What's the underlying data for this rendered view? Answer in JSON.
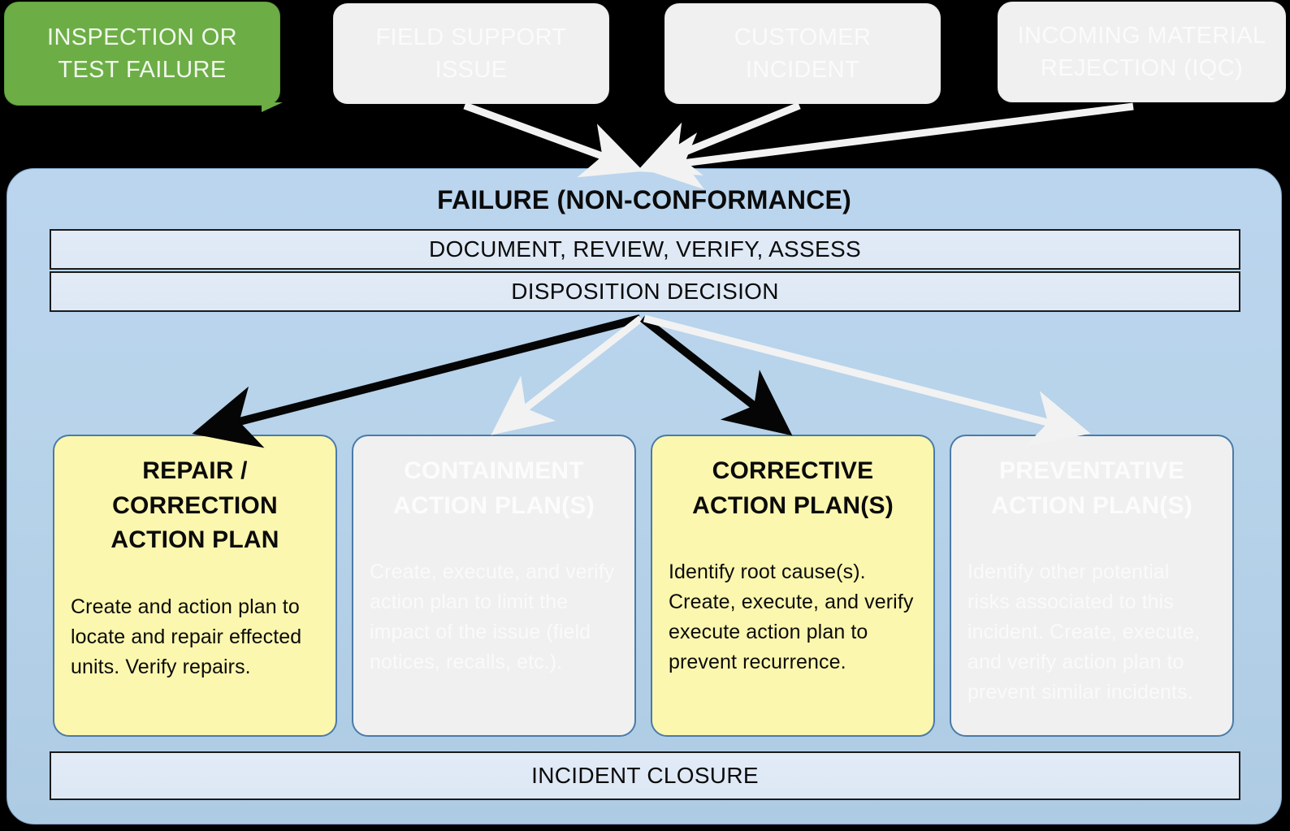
{
  "diagram": {
    "title": "FAILURE (NON-CONFORMANCE)",
    "sources": [
      {
        "id": "inspection-or-test-failure",
        "label": "INSPECTION OR TEST FAILURE",
        "style": "green",
        "highlight_color": "#6CAE45"
      },
      {
        "id": "field-support-issue",
        "label": "FIELD SUPPORT ISSUE",
        "style": "grey",
        "highlight_color": "#F0F0F0"
      },
      {
        "id": "customer-incident",
        "label": "CUSTOMER INCIDENT",
        "style": "grey",
        "highlight_color": "#F0F0F0"
      },
      {
        "id": "incoming-material-rejection",
        "label": "INCOMING MATERIAL REJECTION (IQC)",
        "style": "grey",
        "highlight_color": "#F0F0F0"
      }
    ],
    "stage_bars": {
      "document": "DOCUMENT, REVIEW, VERIFY, ASSESS",
      "disposition": "DISPOSITION DECISION",
      "closure": "INCIDENT CLOSURE"
    },
    "plans": [
      {
        "id": "repair-correction-action-plan",
        "title": "REPAIR / CORRECTION ACTION PLAN",
        "body": "Create and action plan to locate and repair effected units.  Verify repairs.",
        "style": "yellow",
        "fill_color": "#FCF7AE",
        "arrow_color": "#000000"
      },
      {
        "id": "containment-action-plan",
        "title": "CONTAINMENT ACTION PLAN(S)",
        "body": "Create, execute, and verify action plan to limit the impact of the issue (field notices, recalls, etc.).",
        "style": "grey",
        "fill_color": "#F0F0F0",
        "arrow_color": "#F2F2F2"
      },
      {
        "id": "corrective-action-plan",
        "title": "CORRECTIVE ACTION PLAN(S)",
        "body": "Identify root cause(s).  Create, execute, and verify execute action plan to prevent recurrence.",
        "style": "yellow",
        "fill_color": "#FCF7AE",
        "arrow_color": "#000000"
      },
      {
        "id": "preventative-action-plan",
        "title": "PREVENTATIVE ACTION PLAN(S)",
        "body": "Identify other potential risks associated to this incident.  Create, execute, and verify action plan to prevent similar incidents.",
        "style": "grey",
        "fill_color": "#F0F0F0",
        "arrow_color": "#F2F2F2"
      }
    ],
    "colors": {
      "container_blue": "#B7D3EA",
      "bar_blue": "#E0EAF6",
      "accent_green": "#6CAE45",
      "accent_yellow": "#FCF7AE",
      "border_blue": "#4A7BA8",
      "background": "#000000"
    }
  }
}
